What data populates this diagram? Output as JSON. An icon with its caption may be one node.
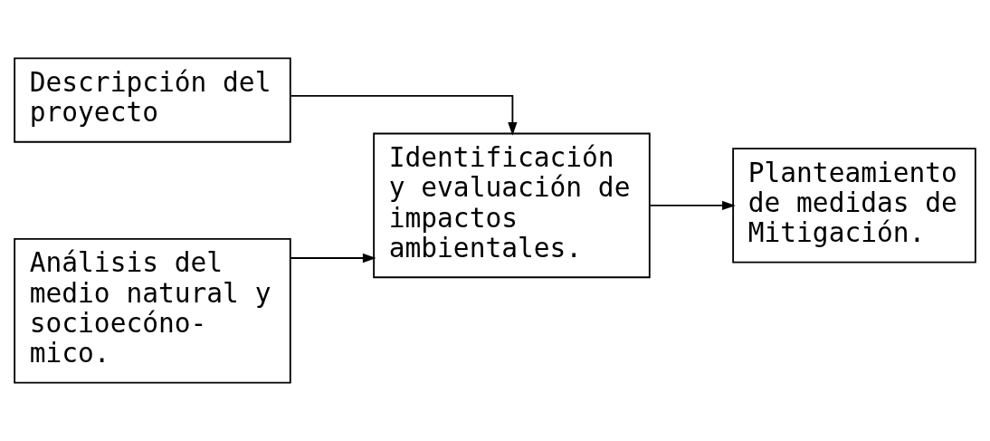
{
  "diagram": {
    "nodes": [
      {
        "text": [
          "Descripción del proyecto"
        ]
      },
      {
        "text": [
          "Análisis del medio natural y socioecóno- mico."
        ]
      },
      {
        "text": [
          "Identificación y evaluación de impactos ambientales."
        ]
      },
      {
        "text": [
          "Planteamiento de medidas de Mitigación."
        ]
      }
    ],
    "edges": [
      {
        "from": 0,
        "to": 2,
        "arrow": "to"
      },
      {
        "from": 1,
        "to": 2,
        "arrow": "to"
      },
      {
        "from": 2,
        "to": 3,
        "arrow": "to"
      }
    ]
  }
}
